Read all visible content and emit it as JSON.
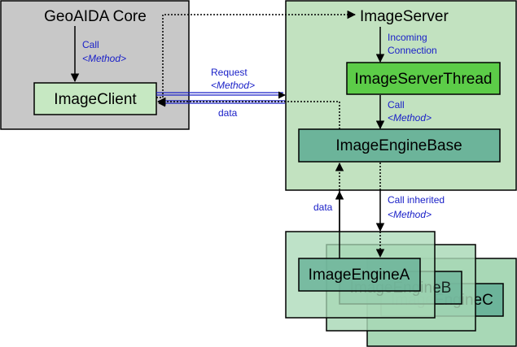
{
  "containers": {
    "geoaida_core": "GeoAIDA Core",
    "image_server": "ImageServer"
  },
  "boxes": {
    "image_client": "ImageClient",
    "image_server_thread": "ImageServerThread",
    "image_engine_base": "ImageEngineBase",
    "image_engine_a": "ImageEngineA",
    "image_engine_b": "ImageEngineB",
    "image_engine_c": "ImageEngineC"
  },
  "labels": {
    "call": "Call",
    "call_method": "<Method>",
    "request": "Request",
    "request_method": "<Method>",
    "data_top": "data",
    "incoming": "Incoming",
    "connection": "Connection",
    "call2": "Call",
    "call2_method": "<Method>",
    "call_inherited": "Call inherited",
    "call_inherited_method": "<Method>",
    "data_bottom": "data"
  },
  "colors": {
    "core_bg": "#c8c8c8",
    "server_bg": "#c2e2c0",
    "client_box": "#c6e8c2",
    "thread_box": "#5ccc48",
    "engine_base": "#6cb49a",
    "engine_back": "#a8d8b6",
    "label_blue": "#1a20c8"
  }
}
